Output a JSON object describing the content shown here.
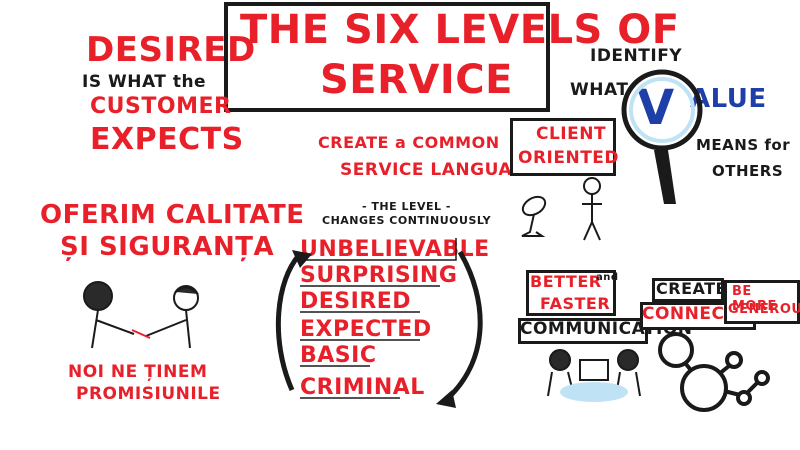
{
  "title": {
    "line1": "THE SIX LEVELS OF",
    "line2": "SERVICE"
  },
  "desired_note": {
    "word": "DESIRED",
    "line2": "IS WHAT the",
    "line3": "CUSTOMER",
    "line4": "EXPECTS"
  },
  "quality_note": {
    "line1": "OFERIM CALITATE",
    "line2": "ȘI SIGURANȚA"
  },
  "promise_note": {
    "line1": "NOI NE ȚINEM",
    "line2": "PROMISIUNILE"
  },
  "language_note": {
    "line1": "CREATE a COMMON",
    "line2": "SERVICE LANGUAGE"
  },
  "level_change_note": {
    "line1": "- THE LEVEL -",
    "line2": "CHANGES CONTINUOUSLY"
  },
  "levels": [
    "UNBELIEVABLE",
    "SURPRISING",
    "DESIRED",
    "EXPECTED",
    "BASIC",
    "CRIMINAL"
  ],
  "value_note": {
    "identify": "IDENTIFY",
    "what": "WHAT",
    "value_v": "V",
    "value_rest": "ALUE",
    "means": "MEANS for",
    "others": "OTHERS"
  },
  "client_note": {
    "line1": "CLIENT",
    "line2": "ORIENTED"
  },
  "communication_note": {
    "better": "BETTER",
    "and": "and",
    "faster": "FASTER",
    "communication": "COMMUNICATION"
  },
  "connection_note": {
    "create": "CREATE",
    "connection": "CONNECTION",
    "generous1": "BE MORE",
    "generous2": "GENEROUS"
  },
  "colors": {
    "accent_red": "#e8202a",
    "ink": "#1a1a1a",
    "speech_blue": "#bfe3f5"
  }
}
